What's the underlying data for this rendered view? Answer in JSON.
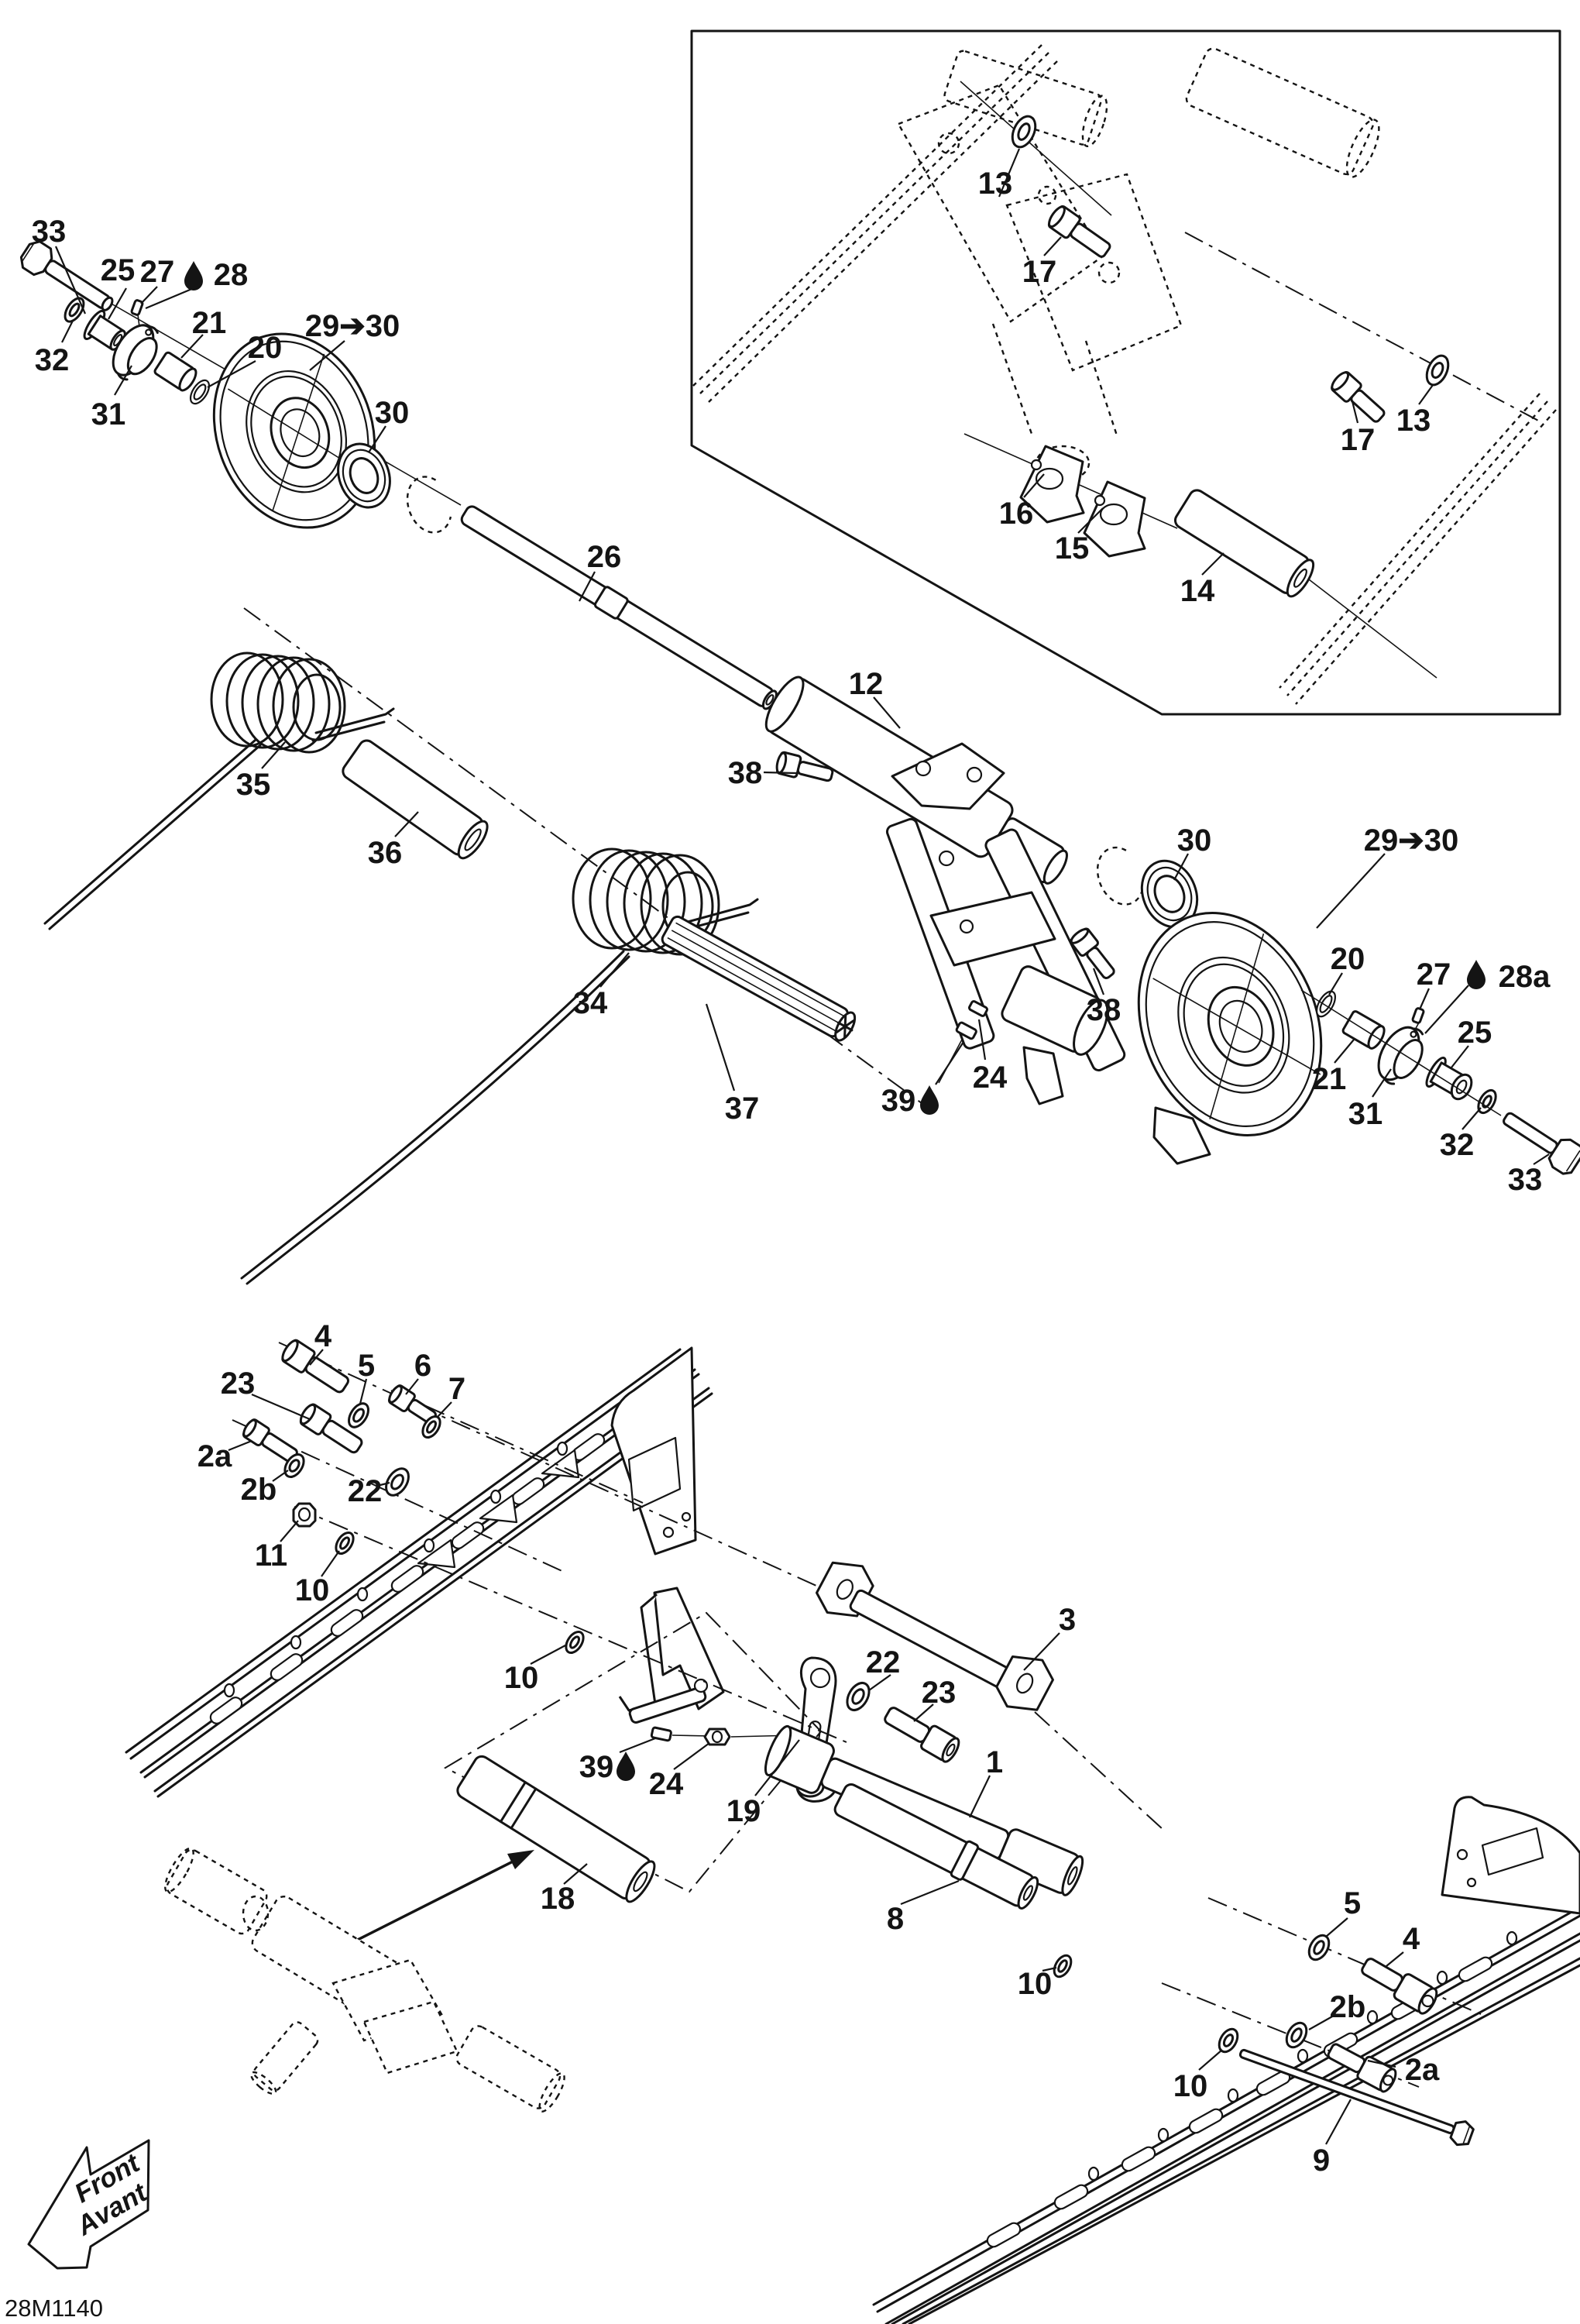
{
  "meta": {
    "part_code": "28M1140",
    "front_label_en": "Front",
    "front_label_fr": "Avant",
    "line_color": "#141414",
    "background_color": "#ffffff",
    "oil_drop_icon": "oil-drop",
    "diagram_type": "exploded-parts-diagram"
  },
  "callouts": {
    "c33_tl": {
      "label": "33"
    },
    "c25_tl": {
      "label": "25"
    },
    "c27_tl": {
      "label": "27"
    },
    "c28_tl": {
      "label": "28"
    },
    "c32_tl": {
      "label": "32"
    },
    "c31_tl": {
      "label": "31"
    },
    "c21_tl": {
      "label": "21"
    },
    "c20_tl": {
      "label": "20"
    },
    "c2930_tl": {
      "label": "29➔30"
    },
    "c30_tl": {
      "label": "30"
    },
    "c26": {
      "label": "26"
    },
    "c13_l": {
      "label": "13"
    },
    "c17_l": {
      "label": "17"
    },
    "c13_r": {
      "label": "13"
    },
    "c17_r": {
      "label": "17"
    },
    "c16": {
      "label": "16"
    },
    "c15": {
      "label": "15"
    },
    "c14": {
      "label": "14"
    },
    "c12": {
      "label": "12"
    },
    "c38_l": {
      "label": "38"
    },
    "c38_r": {
      "label": "38"
    },
    "c35": {
      "label": "35"
    },
    "c36": {
      "label": "36"
    },
    "c34": {
      "label": "34"
    },
    "c37": {
      "label": "37"
    },
    "c24_m": {
      "label": "24"
    },
    "c39_m": {
      "label": "39"
    },
    "c30_mr": {
      "label": "30"
    },
    "c2930_mr": {
      "label": "29➔30"
    },
    "c20_mr": {
      "label": "20"
    },
    "c27_mr": {
      "label": "27"
    },
    "c28a_mr": {
      "label": "28a"
    },
    "c25_mr": {
      "label": "25"
    },
    "c21_mr": {
      "label": "21"
    },
    "c31_mr": {
      "label": "31"
    },
    "c32_mr": {
      "label": "32"
    },
    "c33_mr": {
      "label": "33"
    },
    "c4_bl": {
      "label": "4"
    },
    "c5_bl": {
      "label": "5"
    },
    "c6_bl": {
      "label": "6"
    },
    "c7_bl": {
      "label": "7"
    },
    "c23_bl": {
      "label": "23"
    },
    "c2a_bl": {
      "label": "2a"
    },
    "c2b_bl": {
      "label": "2b"
    },
    "c22_bl": {
      "label": "22"
    },
    "c11_bl": {
      "label": "11"
    },
    "c10_bl": {
      "label": "10"
    },
    "c10_m": {
      "label": "10"
    },
    "c3_b": {
      "label": "3"
    },
    "c22_bm": {
      "label": "22"
    },
    "c23_bm": {
      "label": "23"
    },
    "c1_b": {
      "label": "1"
    },
    "c19_b": {
      "label": "19"
    },
    "c39_b": {
      "label": "39"
    },
    "c24_b": {
      "label": "24"
    },
    "c18_b": {
      "label": "18"
    },
    "c8_b": {
      "label": "8"
    },
    "c10_b1": {
      "label": "10"
    },
    "c10_br": {
      "label": "10"
    },
    "c5_br": {
      "label": "5"
    },
    "c4_br": {
      "label": "4"
    },
    "c2b_br": {
      "label": "2b"
    },
    "c2a_br": {
      "label": "2a"
    },
    "c9_br": {
      "label": "9"
    }
  }
}
